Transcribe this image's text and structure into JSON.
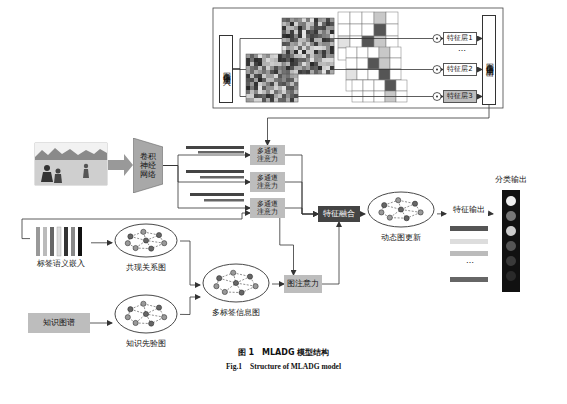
{
  "diagram": {
    "caption": "图 1　MLADG 模型结构",
    "nodes": [
      {
        "text": [
          "图像信息输入"
        ]
      },
      {
        "text": [
          "特征层1"
        ]
      },
      {
        "text": [
          "特征层2"
        ]
      },
      {
        "text": [
          "特征层3"
        ]
      },
      {
        "text": [
          "图像信息输出"
        ]
      },
      {
        "text": [
          "卷积神经网络"
        ]
      },
      {
        "text": [
          "多通道注意力"
        ]
      },
      {
        "text": [
          "多通道注意力"
        ]
      },
      {
        "text": [
          "多通道注意力"
        ]
      },
      {
        "text": [
          "特征融合"
        ]
      },
      {
        "text": [
          "标签语义嵌入"
        ]
      },
      {
        "text": [
          "共现关系图"
        ]
      },
      {
        "text": [
          "知识图谱"
        ]
      },
      {
        "text": [
          "知识先验图"
        ]
      },
      {
        "text": [
          "多标签信息图"
        ]
      },
      {
        "text": [
          "图注意力"
        ]
      },
      {
        "text": [
          "动态图更新"
        ]
      },
      {
        "text": [
          "特征输出"
        ]
      },
      {
        "text": [
          "分类输出"
        ]
      }
    ],
    "edges": [
      {
        "from": 0,
        "to": 1,
        "arrow": "to"
      },
      {
        "from": 0,
        "to": 2,
        "arrow": "to"
      },
      {
        "from": 0,
        "to": 3,
        "arrow": "to"
      },
      {
        "from": 1,
        "to": 4,
        "arrow": "to"
      },
      {
        "from": 2,
        "to": 4,
        "arrow": "to"
      },
      {
        "from": 3,
        "to": 4,
        "arrow": "to"
      },
      {
        "from": 4,
        "to": 6,
        "arrow": "to"
      },
      {
        "from": 5,
        "to": 6,
        "arrow": "to"
      },
      {
        "from": 5,
        "to": 7,
        "arrow": "to"
      },
      {
        "from": 5,
        "to": 8,
        "arrow": "to"
      },
      {
        "from": 6,
        "to": 9,
        "arrow": "to"
      },
      {
        "from": 7,
        "to": 9,
        "arrow": "to"
      },
      {
        "from": 8,
        "to": 9,
        "arrow": "to"
      },
      {
        "from": 10,
        "to": 11,
        "arrow": "to"
      },
      {
        "from": 10,
        "to": 8,
        "arrow": "to"
      },
      {
        "from": 12,
        "to": 13,
        "arrow": "to"
      },
      {
        "from": 11,
        "to": 14,
        "arrow": "to"
      },
      {
        "from": 13,
        "to": 14,
        "arrow": "to"
      },
      {
        "from": 14,
        "to": 15,
        "arrow": "to"
      },
      {
        "from": 8,
        "to": 15,
        "arrow": "to"
      },
      {
        "from": 15,
        "to": 9,
        "arrow": "to"
      },
      {
        "from": 9,
        "to": 16,
        "arrow": "to"
      },
      {
        "from": 16,
        "to": 17,
        "arrow": "to"
      },
      {
        "from": 17,
        "to": 18,
        "arrow": "to"
      }
    ],
    "labels": [
      "…",
      "…",
      "Fig.1　Structure of MLADG model"
    ]
  }
}
